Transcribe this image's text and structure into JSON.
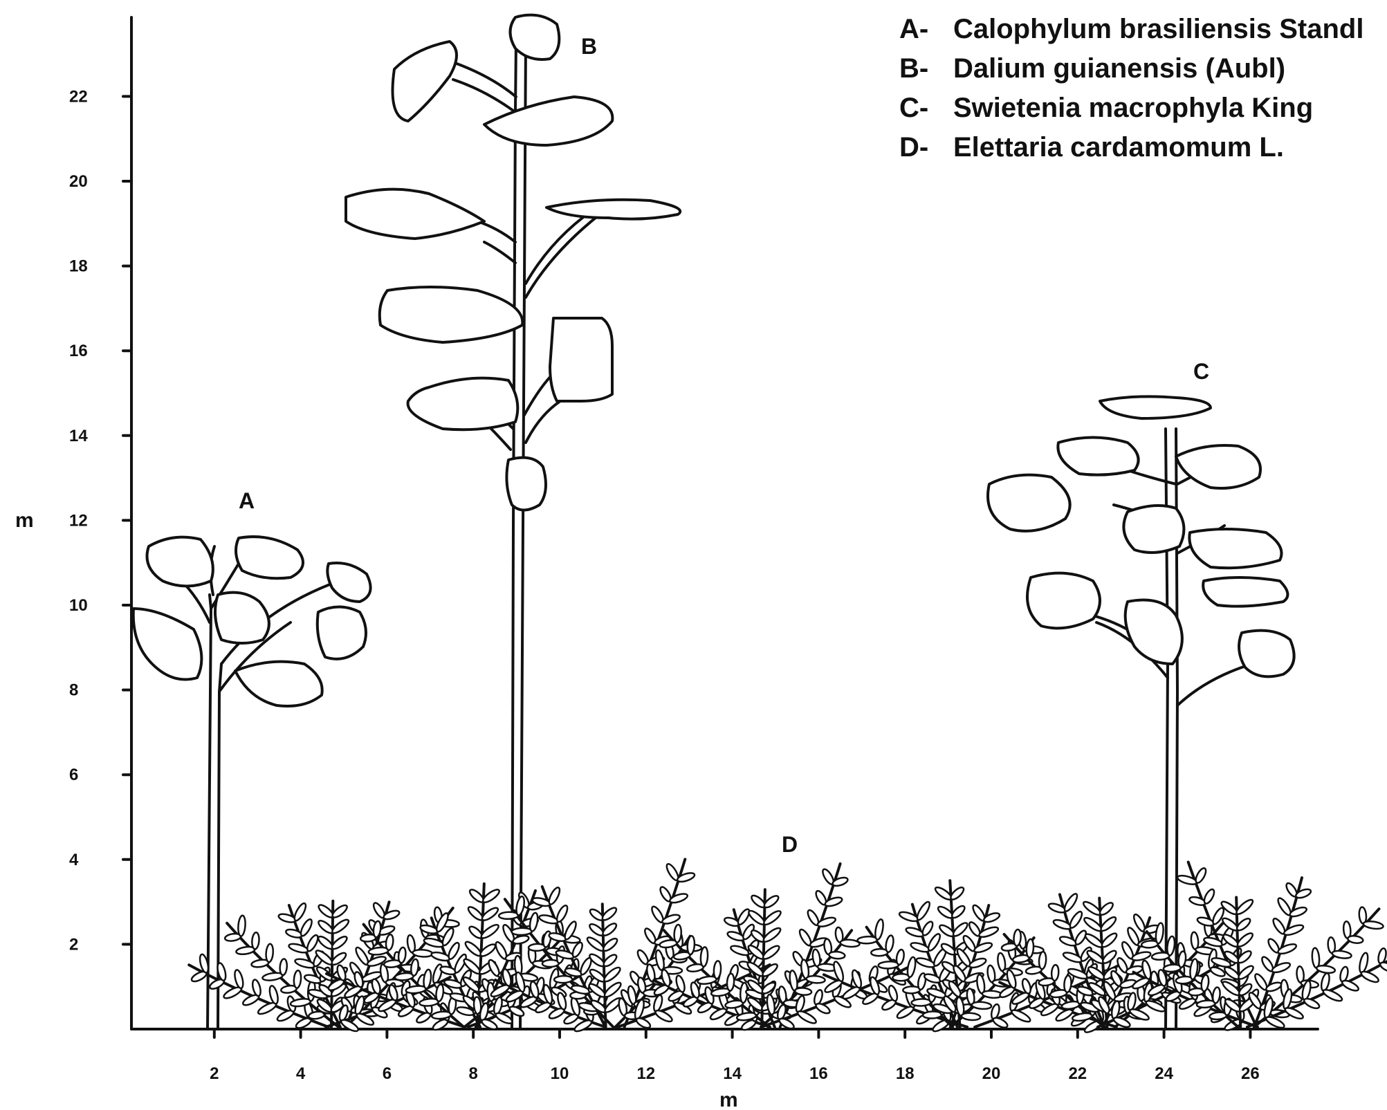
{
  "axes": {
    "y_label": "m",
    "x_label": "m",
    "y_ticks": [
      "2",
      "4",
      "6",
      "8",
      "10",
      "12",
      "14",
      "16",
      "18",
      "20",
      "22"
    ],
    "x_ticks": [
      "2",
      "4",
      "6",
      "8",
      "10",
      "12",
      "14",
      "16",
      "18",
      "20",
      "22",
      "24",
      "26"
    ]
  },
  "plants": [
    {
      "letter": "A",
      "name": "Calophylum brasiliensis Standl",
      "height_m": 12
    },
    {
      "letter": "B",
      "name": "Dalium guianensis (Aubl)",
      "height_m": 24
    },
    {
      "letter": "C",
      "name": "Swietenia macrophyla King",
      "height_m": 15
    },
    {
      "letter": "D",
      "name": "Elettaria cardamomum L.",
      "height_m": 4
    }
  ],
  "legend": [
    {
      "key": "A-",
      "text": "Calophylum brasiliensis Standl"
    },
    {
      "key": "B-",
      "text": "Dalium guianensis (Aubl)"
    },
    {
      "key": "C-",
      "text": "Swietenia macrophyla King"
    },
    {
      "key": "D-",
      "text": "Elettaria cardamomum L."
    }
  ]
}
